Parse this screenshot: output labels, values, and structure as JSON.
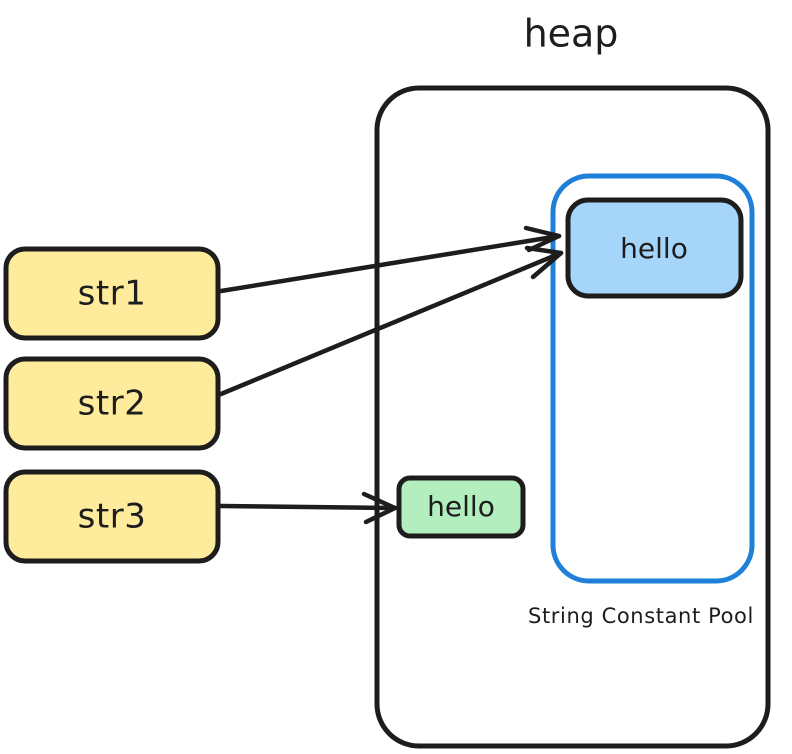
{
  "diagram": {
    "title": "heap",
    "type": "memory-model-diagram",
    "stack_variables": [
      {
        "id": "str1",
        "label": "str1"
      },
      {
        "id": "str2",
        "label": "str2"
      },
      {
        "id": "str3",
        "label": "str3"
      }
    ],
    "heap": {
      "label": "heap",
      "pool": {
        "label": "String Constant Pool",
        "interned_object": {
          "label": "hello"
        }
      },
      "heap_object": {
        "label": "hello"
      }
    },
    "arrows": [
      {
        "from": "str1",
        "to": "pool-hello"
      },
      {
        "from": "str2",
        "to": "pool-hello"
      },
      {
        "from": "str3",
        "to": "heap-hello"
      }
    ],
    "colors": {
      "stroke": "#1d1d1d",
      "variable_fill": "#ffeb9c",
      "pool_object_fill": "#a6d5fa",
      "pool_border": "#1e80d8",
      "heap_object_fill": "#b3efbe",
      "background": "#ffffff"
    }
  }
}
